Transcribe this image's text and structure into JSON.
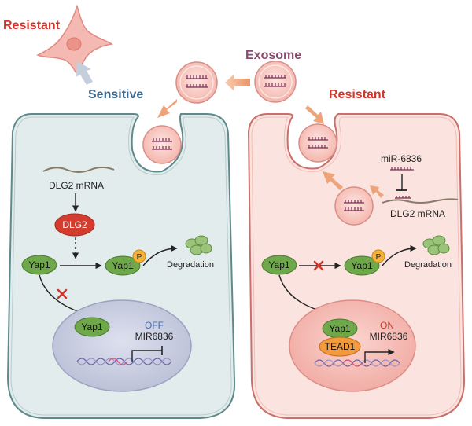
{
  "labels": {
    "resistant_top": "Resistant",
    "sensitive": "Sensitive",
    "exosome": "Exosome",
    "resistant_right": "Resistant"
  },
  "left_cell": {
    "mrna": "DLG2 mRNA",
    "dlg2": "DLG2",
    "yap1": "Yap1",
    "yap1_p": "Yap1",
    "phospho": "P",
    "degradation": "Degradation",
    "nucleus_yap1": "Yap1",
    "status": "OFF",
    "gene": "MIR6836"
  },
  "right_cell": {
    "mirna": "miR-6836",
    "mrna": "DLG2 mRNA",
    "yap1": "Yap1",
    "yap1_p": "Yap1",
    "phospho": "P",
    "degradation": "Degradation",
    "nucleus_yap1": "Yap1",
    "tead1": "TEAD1",
    "status": "ON",
    "gene": "MIR6836"
  },
  "colors": {
    "resistant_text": "#d0372c",
    "sensitive_text": "#3e6a8f",
    "exosome_text": "#8a4a70",
    "left_cell_fill": "#e3ecec",
    "left_cell_stroke": "#5f8a8c",
    "right_cell_fill": "#fbe3e0",
    "right_cell_stroke": "#c9706a",
    "vesicle_fill": "#f8c9c3",
    "yap1_fill": "#6fa74b",
    "dlg2_fill": "#d23d2f",
    "tead1_fill": "#f39a3c",
    "p_fill": "#f3b23a",
    "off_text": "#4a6fb0",
    "on_text": "#d0372c"
  }
}
